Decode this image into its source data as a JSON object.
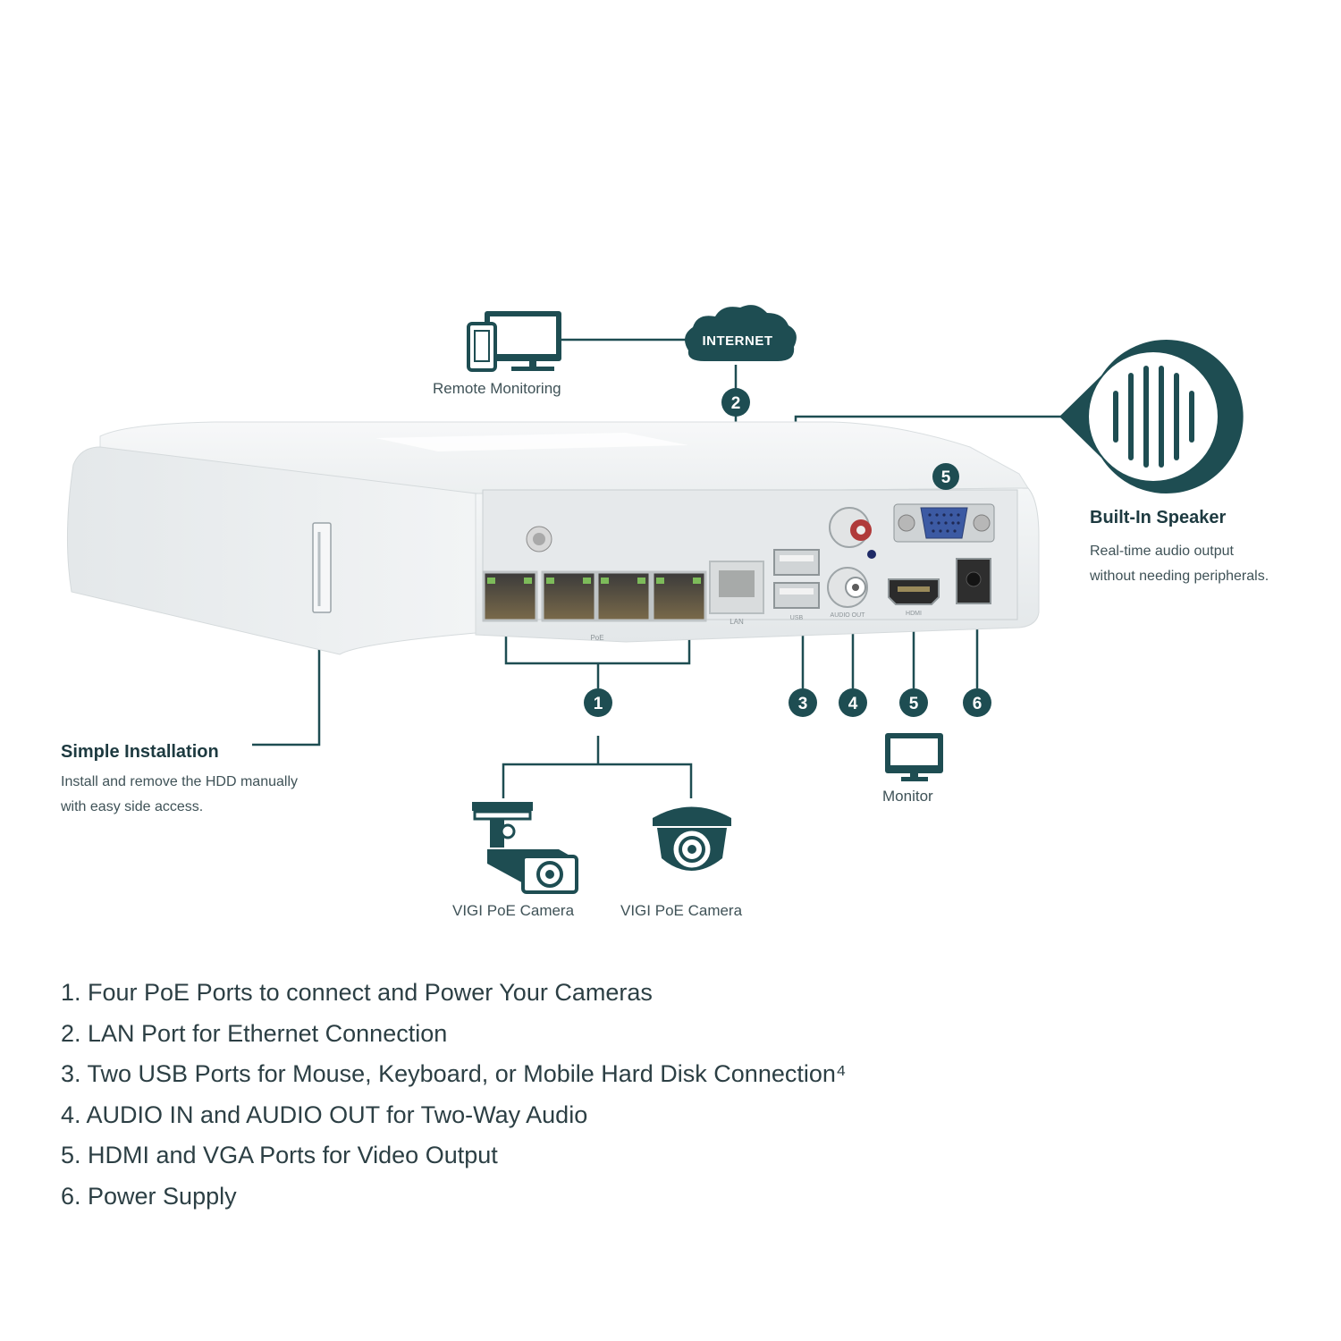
{
  "colors": {
    "accent": "#1e4d52",
    "device_body": "#f2f4f5",
    "text": "#3f5257"
  },
  "icons": {
    "remote": "computer-and-phone-icon",
    "internet": "cloud-icon",
    "speaker": "speaker-grille-icon",
    "monitor": "monitor-icon",
    "bullet_camera": "bullet-camera-icon",
    "dome_camera": "dome-camera-icon"
  },
  "labels": {
    "remote_monitoring": "Remote Monitoring",
    "internet": "INTERNET",
    "monitor": "Monitor",
    "camera_1": "VIGI PoE Camera",
    "camera_2": "VIGI PoE Camera"
  },
  "callouts": {
    "speaker": {
      "title": "Built-In Speaker",
      "lines": [
        "Real-time audio output",
        "without needing peripherals."
      ]
    },
    "install": {
      "title": "Simple Installation",
      "lines": [
        "Install and remove the HDD manually",
        "with easy side access."
      ]
    }
  },
  "port_labels": {
    "lan": "LAN",
    "usb": "USB",
    "audio_out": "AUDIO OUT",
    "hdmi": "HDMI",
    "poe": "PoE"
  },
  "badges": [
    "1",
    "2",
    "3",
    "4",
    "5",
    "6",
    "5"
  ],
  "features": [
    "1. Four PoE Ports to connect and Power Your Cameras",
    "2. LAN Port for Ethernet Connection",
    "3. Two USB Ports for Mouse, Keyboard, or Mobile Hard Disk Connection⁴",
    "4. AUDIO IN and AUDIO OUT for Two-Way Audio",
    "5. HDMI and VGA Ports for Video Output",
    "6. Power Supply"
  ]
}
